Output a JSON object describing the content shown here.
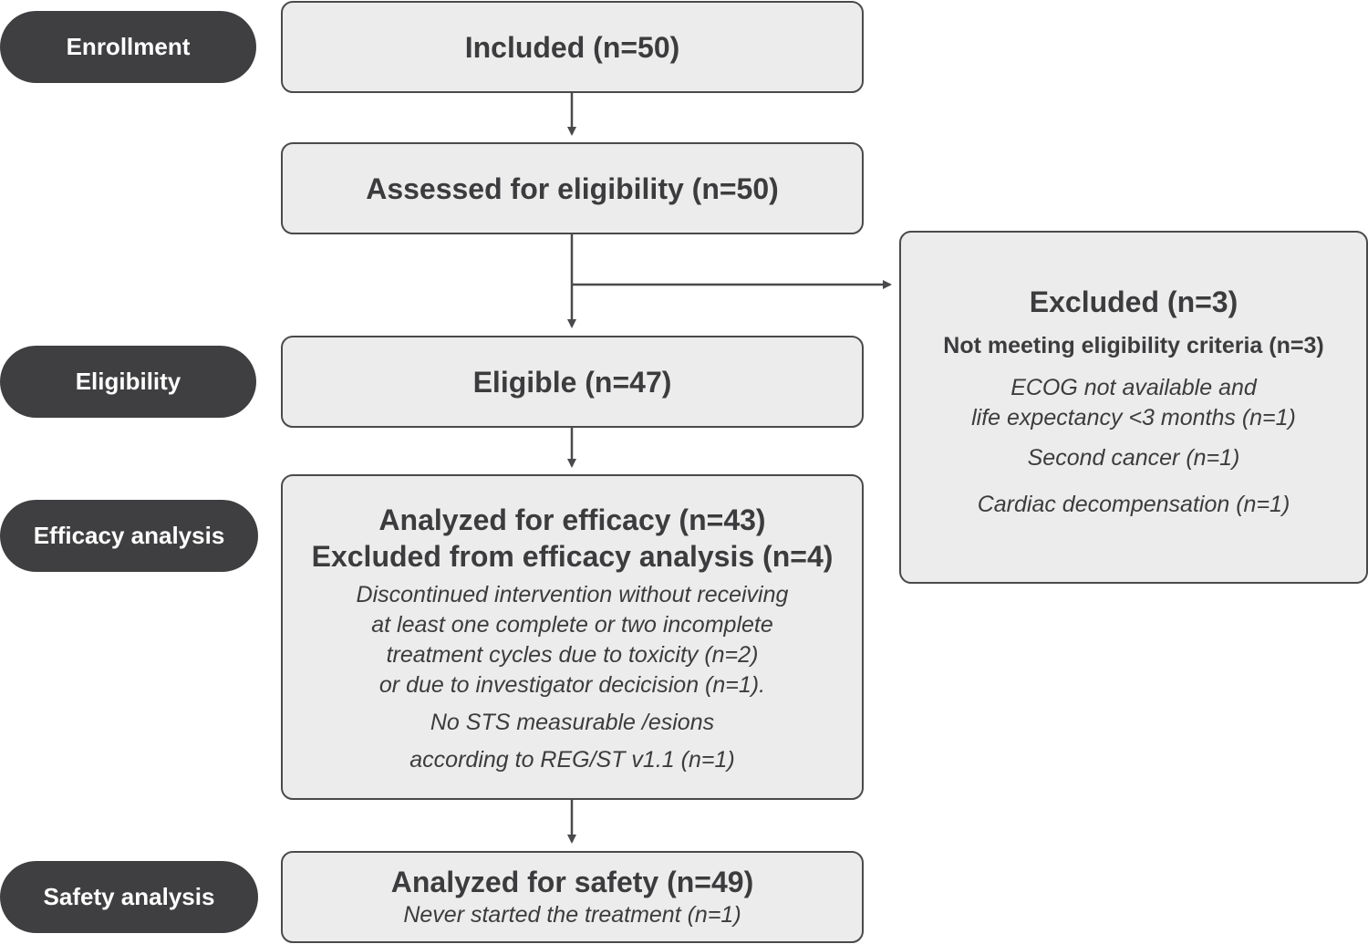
{
  "stages": {
    "enrollment": "Enrollment",
    "eligibility": "Eligibility",
    "efficacy": "Efficacy analysis",
    "safety": "Safety analysis"
  },
  "boxes": {
    "included": "Included (n=50)",
    "assessed": "Assessed for eligibility (n=50)",
    "eligible": "Eligible (n=47)",
    "efficacy": {
      "title1": "Analyzed for efficacy (n=43)",
      "title2": "Excluded from efficacy analysis (n=4)",
      "reason_lines": [
        "Discontinued intervention without receiving",
        "at least one complete or two incomplete",
        "treatment cycles due to toxicity (n=2)",
        "or due to investigator decicision (n=1)."
      ],
      "no_sts_1": "No STS measurable /esions",
      "no_sts_2": "according to REG/ST v1.1 (n=1)"
    },
    "safety": {
      "title": "Analyzed for safety (n=49)",
      "note": "Never started the treatment (n=1)"
    },
    "excluded": {
      "title": "Excluded (n=3)",
      "subtitle": "Not meeting eligibility criteria (n=3)",
      "reason1_line1": "ECOG not available and",
      "reason1_line2": "life expectancy <3 months (n=1)",
      "reason2": "Second cancer (n=1)",
      "reason3": "Cardiac decompensation (n=1)"
    }
  },
  "colors": {
    "pill": "#3f3f41",
    "box_fill": "#ececec",
    "border": "#4a4a4c",
    "text": "#3c3c3e"
  }
}
